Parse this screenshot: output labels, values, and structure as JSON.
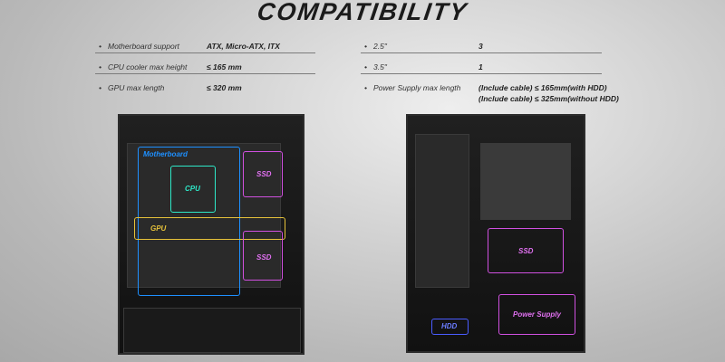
{
  "title": "COMPATIBILITY",
  "specs_left": [
    {
      "label": "Motherboard support",
      "value": "ATX, Micro-ATX, ITX"
    },
    {
      "label": "CPU cooler max height",
      "value": "≤ 165 mm"
    },
    {
      "label": "GPU max length",
      "value": "≤ 320 mm"
    }
  ],
  "specs_right": [
    {
      "label": "2.5\"",
      "value": "3"
    },
    {
      "label": "3.5\"",
      "value": "1"
    },
    {
      "label": "Power Supply max length",
      "value": "(Include cable) ≤ 165mm(with HDD)",
      "value2": "(Include cable) ≤ 325mm(without HDD)"
    }
  ],
  "bullet": "•",
  "left_case": {
    "motherboard": "Motherboard",
    "cpu": "CPU",
    "gpu": "GPU",
    "ssd1": "SSD",
    "ssd2": "SSD"
  },
  "right_case": {
    "ssd": "SSD",
    "hdd": "HDD",
    "psu": "Power Supply"
  },
  "colors": {
    "motherboard": "#1e90ff",
    "cpu": "#2ee8c8",
    "gpu": "#e6c23a",
    "ssd": "#d050e0",
    "hdd": "#4a5cff",
    "psu": "#d050e0"
  }
}
